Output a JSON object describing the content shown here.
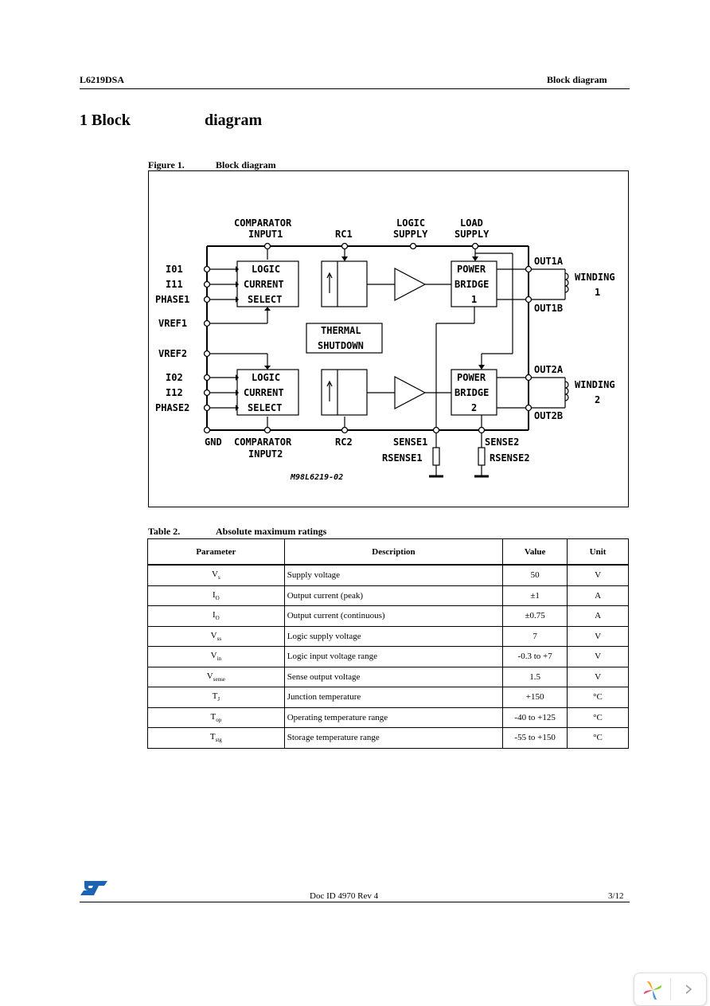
{
  "header": {
    "left": "L6219DSA",
    "right": "Block diagram"
  },
  "section": {
    "number": "1",
    "title_part1": "Block",
    "title_part2": "diagram"
  },
  "figure": {
    "label": "Figure 1.",
    "title": "Block diagram",
    "labels": {
      "comparator_input1_a": "COMPARATOR",
      "comparator_input1_b": "INPUT1",
      "rc1": "RC1",
      "logic_supply_a": "LOGIC",
      "logic_supply_b": "SUPPLY",
      "load_supply_a": "LOAD",
      "load_supply_b": "SUPPLY",
      "i01": "I01",
      "i11": "I11",
      "phase1": "PHASE1",
      "vref1": "VREF1",
      "vref2": "VREF2",
      "i02": "I02",
      "i12": "I12",
      "phase2": "PHASE2",
      "lcs1_a": "LOGIC",
      "lcs1_b": "CURRENT",
      "lcs1_c": "SELECT",
      "lcs2_a": "LOGIC",
      "lcs2_b": "CURRENT",
      "lcs2_c": "SELECT",
      "thermal_a": "THERMAL",
      "thermal_b": "SHUTDOWN",
      "pb1_a": "POWER",
      "pb1_b": "BRIDGE",
      "pb1_c": "1",
      "pb2_a": "POWER",
      "pb2_b": "BRIDGE",
      "pb2_c": "2",
      "out1a": "OUT1A",
      "out1b": "OUT1B",
      "out2a": "OUT2A",
      "out2b": "OUT2B",
      "winding1_a": "WINDING",
      "winding1_b": "1",
      "winding2_a": "WINDING",
      "winding2_b": "2",
      "gnd": "GND",
      "comparator_input2_a": "COMPARATOR",
      "comparator_input2_b": "INPUT2",
      "rc2": "RC2",
      "sense1": "SENSE1",
      "sense2": "SENSE2",
      "rsense1": "RSENSE1",
      "rsense2": "RSENSE2",
      "code": "M98L6219-02"
    }
  },
  "table": {
    "label": "Table 2.",
    "title": "Absolute maximum ratings",
    "columns": [
      "Parameter",
      "Description",
      "Value",
      "Unit"
    ],
    "rows": [
      {
        "param": "V",
        "sub": "s",
        "desc": "Supply voltage",
        "value": "50",
        "unit": "V"
      },
      {
        "param": "I",
        "sub": "O",
        "desc": "Output current (peak)",
        "value": "±1",
        "unit": "A"
      },
      {
        "param": "I",
        "sub": "O",
        "desc": "Output current (continuous)",
        "value": "±0.75",
        "unit": "A"
      },
      {
        "param": "V",
        "sub": "ss",
        "desc": "Logic supply voltage",
        "value": "7",
        "unit": "V"
      },
      {
        "param": "V",
        "sub": "in",
        "desc": "Logic input voltage range",
        "value": "-0.3 to +7",
        "unit": "V"
      },
      {
        "param": "V",
        "sub": "sense",
        "desc": "Sense output voltage",
        "value": "1.5",
        "unit": "V"
      },
      {
        "param": "T",
        "sub": "J",
        "desc": "Junction temperature",
        "value": "+150",
        "unit": "°C"
      },
      {
        "param": "T",
        "sub": "op",
        "desc": "Operating temperature range",
        "value": "-40 to +125",
        "unit": "°C"
      },
      {
        "param": "T",
        "sub": "stg",
        "desc": "Storage temperature range",
        "value": "-55 to +150",
        "unit": "°C"
      }
    ]
  },
  "footer": {
    "doc_id": "Doc ID 4970 Rev 4",
    "page": "3/12"
  },
  "nav": {
    "next_icon": "chevron-right-icon",
    "app_icon": "pinwheel-icon"
  }
}
